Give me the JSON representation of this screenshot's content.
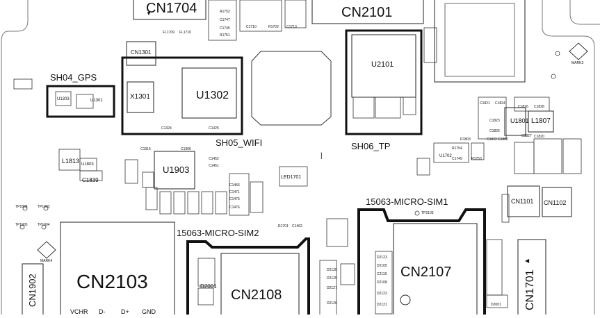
{
  "connectors": {
    "cn1704": "CN1704",
    "cn2101": "CN2101",
    "cn2103": "CN2103",
    "cn2108": "CN2108",
    "cn2107": "CN2107",
    "cn1701": "CN1701",
    "cn1902": "CN1902",
    "cn1301": "CN1301",
    "cn1101": "CN1101",
    "cn1102": "CN1102"
  },
  "chips": {
    "u1302": "U1302",
    "u2101": "U2101",
    "u1903": "U1903",
    "u1801": "U1801",
    "l1807": "L1807",
    "x1301": "X1301",
    "l1813": "L1813",
    "led1701": "LED1701",
    "u1303": "U1303",
    "u1301": "U1301",
    "u1803": "U1803",
    "d2001": "D2001",
    "u1702": "U1702",
    "c1839": "C1839"
  },
  "shields": {
    "gps": "SH04_GPS",
    "wifi": "SH05_WIFI",
    "tp": "SH06_TP"
  },
  "sim_labels": {
    "sim1": "15063-MICRO-SIM1",
    "sim2": "15063-MICRO-SIM2"
  },
  "pins": [
    "VCHR",
    "D-",
    "D+",
    "GND"
  ],
  "marks": {
    "mark3": "MARK3",
    "mark4": "MARK4",
    "tp1905": "TP1905",
    "tp1903": "TP1903",
    "tp1904": "TP1904",
    "tp1805": "TP1805",
    "tp2103": "TP2103"
  }
}
